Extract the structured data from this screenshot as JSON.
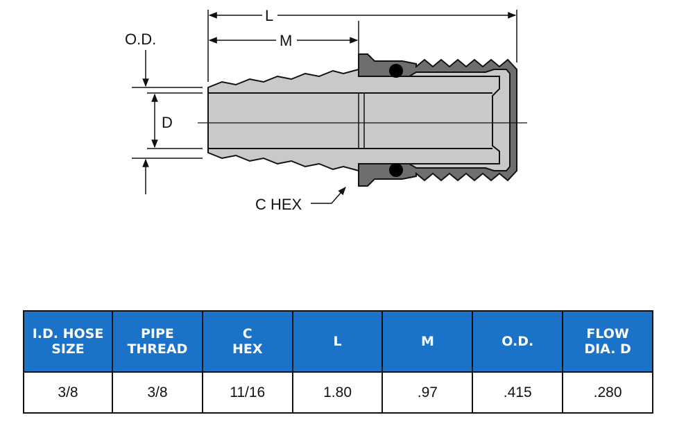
{
  "drawing": {
    "labels": {
      "l": "L",
      "m": "M",
      "od": "O.D.",
      "d": "D",
      "c_hex": "C HEX"
    },
    "colors": {
      "body_gray": "#c9c9c9",
      "nut_dark": "#6e6e6e",
      "outline": "#111111"
    }
  },
  "table": {
    "header_color": "#1a73c9",
    "columns": [
      {
        "line1": "I.D. HOSE",
        "line2": "SIZE"
      },
      {
        "line1": "PIPE",
        "line2": "THREAD"
      },
      {
        "line1": "C",
        "line2": "HEX"
      },
      {
        "line1": "L",
        "line2": ""
      },
      {
        "line1": "M",
        "line2": ""
      },
      {
        "line1": "O.D.",
        "line2": ""
      },
      {
        "line1": "FLOW",
        "line2": "DIA. D"
      }
    ],
    "row": [
      "3/8",
      "3/8",
      "11/16",
      "1.80",
      ".97",
      ".415",
      ".280"
    ]
  }
}
